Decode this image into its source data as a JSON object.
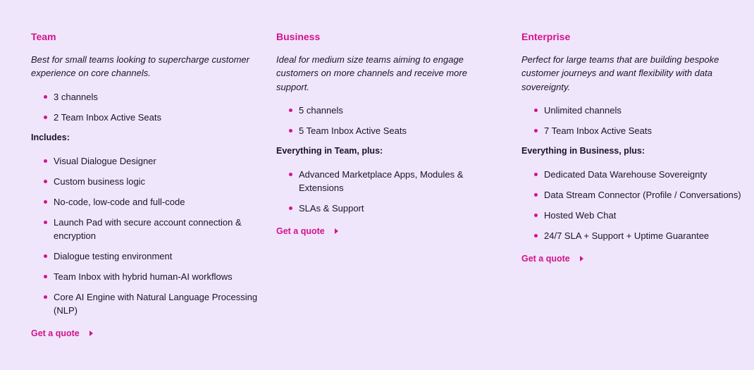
{
  "colors": {
    "background": "#efe6fc",
    "accent": "#d4138a",
    "text": "#1a1428"
  },
  "plans": [
    {
      "title": "Team",
      "description": "Best for small teams looking to supercharge customer experience on core channels.",
      "highlights": [
        "3 channels",
        "2 Team Inbox Active Seats"
      ],
      "section_label": "Includes:",
      "features": [
        "Visual Dialogue Designer",
        "Custom business logic",
        "No-code, low-code and full-code",
        "Launch Pad with secure account connection & encryption",
        "Dialogue testing environment",
        "Team Inbox with hybrid human-AI workflows",
        "Core AI Engine with Natural Language Processing (NLP)"
      ],
      "cta_label": "Get a quote",
      "cta_icon": "caret-right-icon"
    },
    {
      "title": "Business",
      "description": "Ideal for medium size teams aiming to engage customers on more channels and receive more support.",
      "highlights": [
        "5 channels",
        "5 Team Inbox Active Seats"
      ],
      "section_label": "Everything in Team, plus:",
      "features": [
        "Advanced Marketplace Apps, Modules & Extensions",
        "SLAs & Support"
      ],
      "cta_label": "Get a quote",
      "cta_icon": "caret-right-icon"
    },
    {
      "title": "Enterprise",
      "description": "Perfect for large teams that are building bespoke customer journeys and want flexibility with data sovereignty.",
      "highlights": [
        "Unlimited channels",
        "7 Team Inbox Active Seats"
      ],
      "section_label": "Everything in Business, plus:",
      "features": [
        "Dedicated Data Warehouse Sovereignty",
        "Data Stream Connector (Profile / Conversations)",
        "Hosted Web Chat",
        "24/7 SLA + Support + Uptime Guarantee"
      ],
      "cta_label": "Get a quote",
      "cta_icon": "caret-right-icon"
    }
  ]
}
